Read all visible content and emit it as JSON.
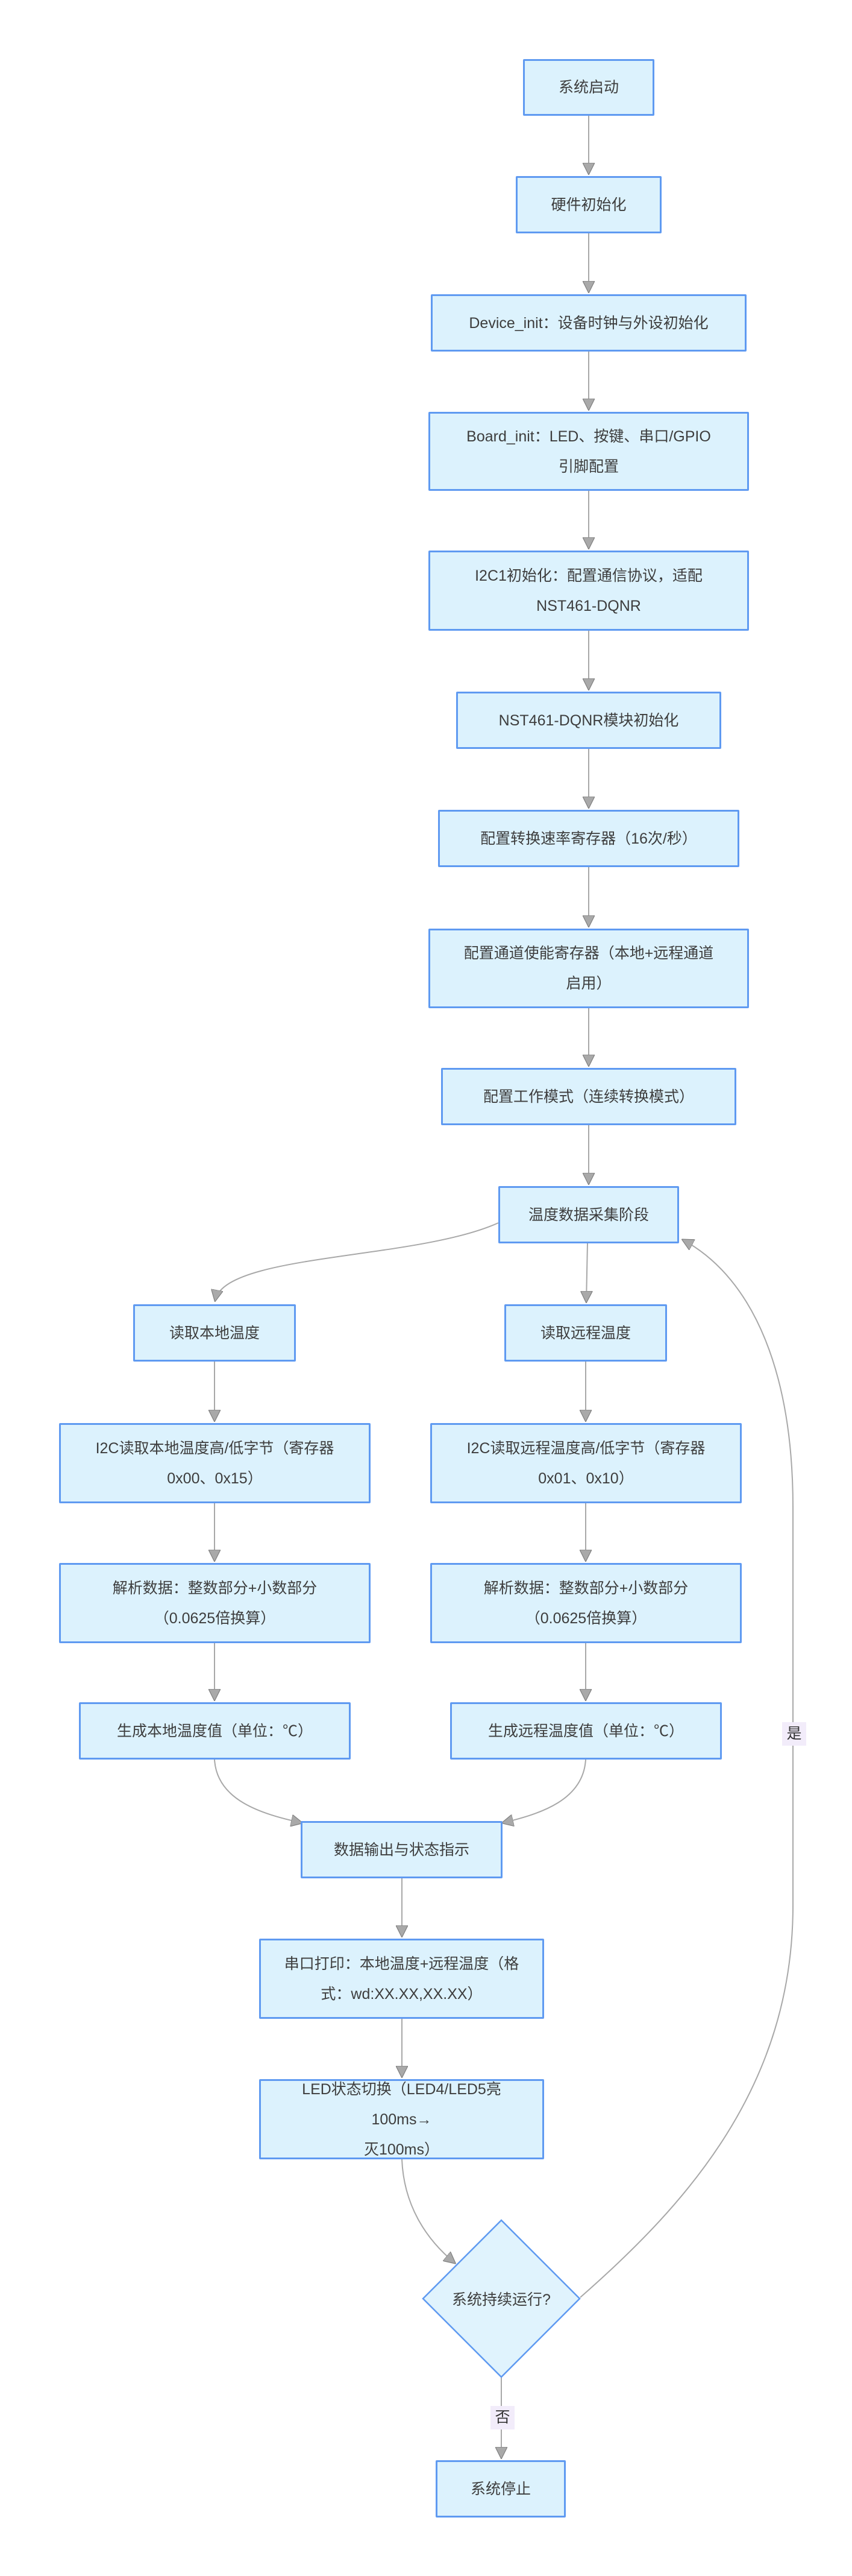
{
  "diagram": {
    "title": "NST461-DQNR temperature monitoring firmware flowchart",
    "colors": {
      "background": "#ffffff",
      "node_fill": "#dcf2fd",
      "node_border": "#5f9af1",
      "line": "#a8a8a8",
      "arrowhead": "#a9a9a9",
      "text": "#3d3d3d",
      "edge_label_bg": "#f2ecfa"
    },
    "nodes": {
      "start": {
        "label": "系统启动"
      },
      "hw_init": {
        "label": "硬件初始化"
      },
      "device_init": {
        "label": "Device_init：设备时钟与外设初始化"
      },
      "board_init": {
        "label": "Board_init：LED、按键、串口/GPIO\n引脚配置"
      },
      "i2c1_init": {
        "label": "I2C1初始化：配置通信协议，适配\nNST461-DQNR"
      },
      "nst_init": {
        "label": "NST461-DQNR模块初始化"
      },
      "conv_rate": {
        "label": "配置转换速率寄存器（16次/秒）"
      },
      "chan_enable": {
        "label": "配置通道使能寄存器（本地+远程通道\n启用）"
      },
      "work_mode": {
        "label": "配置工作模式（连续转换模式）"
      },
      "acq_stage": {
        "label": "温度数据采集阶段"
      },
      "read_local": {
        "label": "读取本地温度"
      },
      "read_remote": {
        "label": "读取远程温度"
      },
      "i2c_local": {
        "label": "I2C读取本地温度高/低字节（寄存器\n0x00、0x15）"
      },
      "i2c_remote": {
        "label": "I2C读取远程温度高/低字节（寄存器\n0x01、0x10）"
      },
      "parse_local": {
        "label": "解析数据：整数部分+小数部分\n（0.0625倍换算）"
      },
      "parse_remote": {
        "label": "解析数据：整数部分+小数部分\n（0.0625倍换算）"
      },
      "gen_local": {
        "label": "生成本地温度值（单位：℃）"
      },
      "gen_remote": {
        "label": "生成远程温度值（单位：℃）"
      },
      "output_stage": {
        "label": "数据输出与状态指示"
      },
      "uart_print": {
        "label": "串口打印：本地温度+远程温度（格\n式：wd:XX.XX,XX.XX）"
      },
      "led_toggle": {
        "label": "LED状态切换（LED4/LED5亮100ms→\n灭100ms）"
      },
      "decision": {
        "label": "系统持续运行?"
      },
      "stop": {
        "label": "系统停止"
      }
    },
    "edge_labels": {
      "yes": "是",
      "no": "否"
    }
  }
}
